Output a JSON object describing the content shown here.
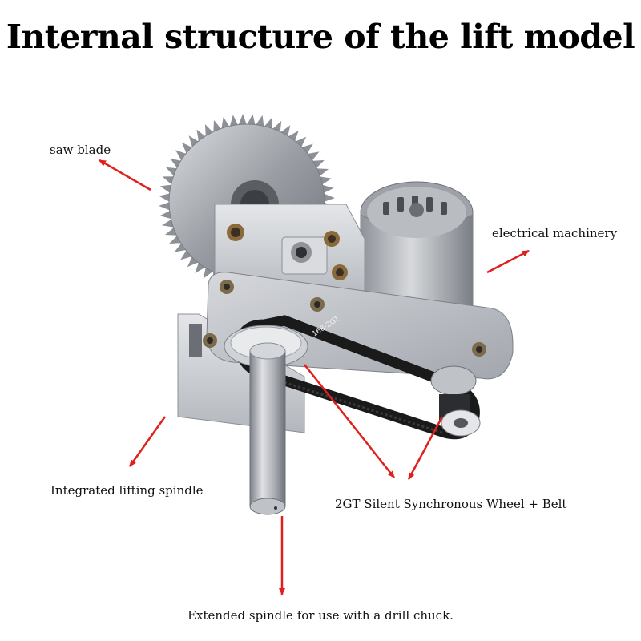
{
  "title": "Internal structure of the lift model",
  "labels": {
    "saw_blade": "saw blade",
    "electrical_machinery": "electrical machinery",
    "integrated_lifting_spindle": "Integrated lifting spindle",
    "synchronous_wheel_belt": "2GT Silent Synchronous Wheel + Belt",
    "extended_spindle": "Extended spindle for use with a drill chuck."
  },
  "belt_text": "168-2GT",
  "colors": {
    "arrow": "#e0201c",
    "metal": "#c9ccd2",
    "motor": "#a9adb4",
    "belt": "#1a1a1a"
  }
}
